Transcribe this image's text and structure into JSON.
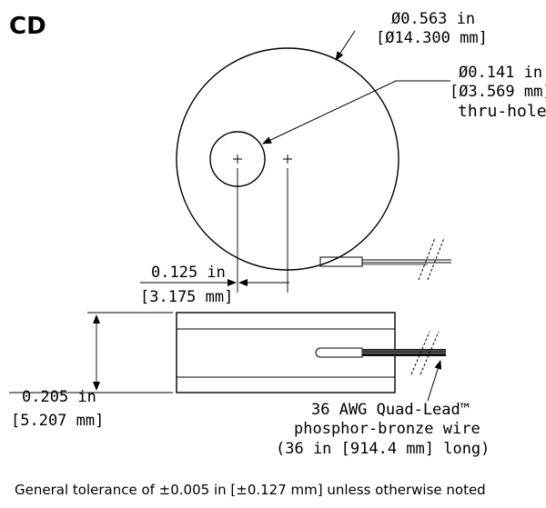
{
  "title": "CD",
  "dims": {
    "outer_diameter_in": "Ø0.563 in",
    "outer_diameter_mm": "[Ø14.300 mm]",
    "hole_diameter_in": "Ø0.141 in",
    "hole_diameter_mm": "[Ø3.569 mm]",
    "hole_note": "thru-hole",
    "offset_in": "0.125 in",
    "offset_mm": "[3.175 mm]",
    "thickness_in": "0.205 in",
    "thickness_mm": "[5.207 mm]"
  },
  "wire": {
    "line1": "36 AWG Quad-Lead™",
    "line2": "phosphor-bronze wire",
    "line3": "(36 in [914.4 mm] long)"
  },
  "footer": "General tolerance of ±0.005 in [±0.127 mm] unless otherwise noted"
}
